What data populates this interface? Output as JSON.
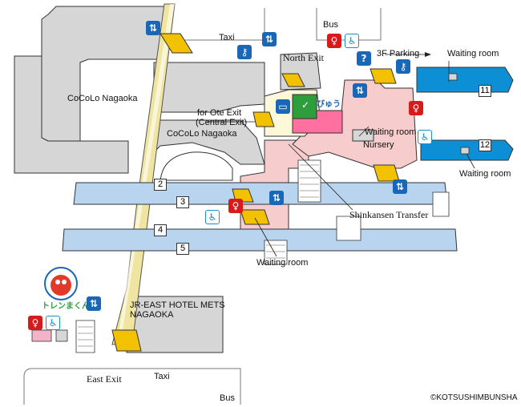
{
  "labels": {
    "taxi_north": "Taxi",
    "bus_north": "Bus",
    "north_exit": "North Exit",
    "parking": "3F Parking",
    "waiting_room_ne": "Waiting room",
    "cocolo_west": "CoCoLo Nagaoka",
    "cocolo_center": "CoCoLo Nagaoka",
    "ote_exit_1": "for Ote Exit",
    "ote_exit_2": "(Central Exit)",
    "waiting_room_center": "Waiting room",
    "nursery": "Nursery",
    "waiting_room_se": "Waiting room",
    "shinkansen_transfer": "Shinkansen Transfer",
    "waiting_room_south": "Waiting room",
    "hotel_1": "JR-EAST HOTEL METS",
    "hotel_2": "NAGAOKA",
    "east_exit": "East Exit",
    "taxi_east": "Taxi",
    "bus_east": "Bus",
    "copyright": "©KOTSUSHIMBUNSHA",
    "mascot_name": "トレンまくん",
    "view_plaza": "びゅう"
  },
  "platforms": [
    "2",
    "3",
    "4",
    "5",
    "11",
    "12"
  ],
  "icons": [
    "elevator-icon",
    "escalator-icon",
    "toilet-icon",
    "accessible-icon",
    "locker-icon",
    "information-icon",
    "ticket-machine-icon"
  ],
  "colors": {
    "tracks": "#b8d4ef",
    "shinkansen": "#0d8fd6",
    "concourse": "#f6cccc",
    "building": "#d6d6d6",
    "escalator": "#f2c200",
    "icon_blue": "#1a67b8",
    "toilet_red": "#d91a1a"
  }
}
